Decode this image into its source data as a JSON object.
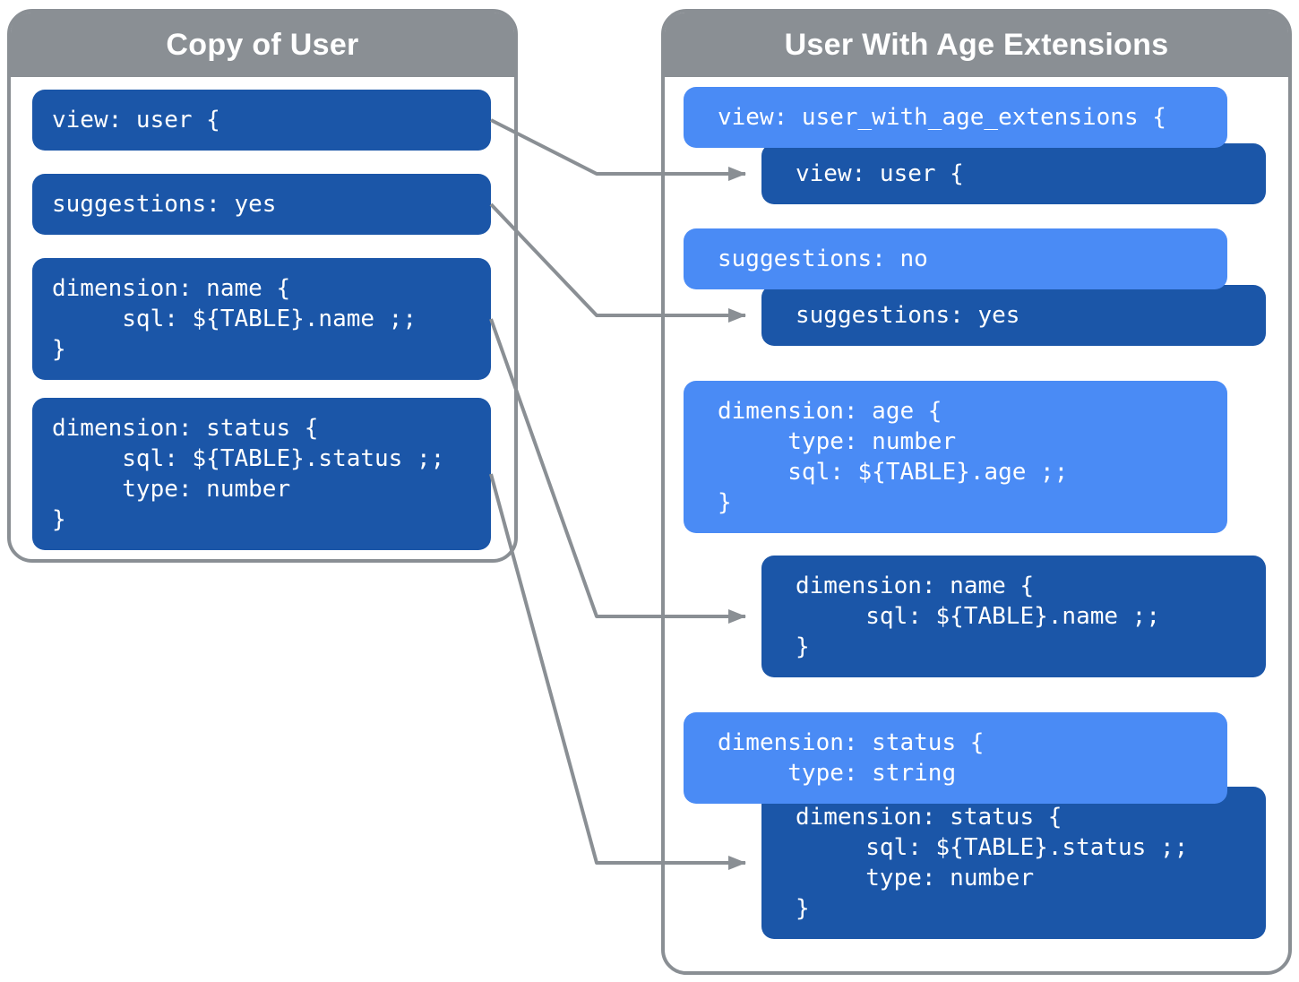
{
  "diagram": {
    "left_panel": {
      "title": "Copy of User",
      "blocks": [
        {
          "id": "left-view",
          "style": "dark",
          "lines": [
            "view: user {"
          ]
        },
        {
          "id": "left-suggestions",
          "style": "dark",
          "lines": [
            "suggestions: yes"
          ]
        },
        {
          "id": "left-dim-name",
          "style": "dark",
          "lines": [
            "dimension: name {",
            "     sql: ${TABLE}.name ;;",
            "}"
          ]
        },
        {
          "id": "left-dim-status",
          "style": "dark",
          "lines": [
            "dimension: status {",
            "     sql: ${TABLE}.status ;;",
            "     type: number",
            "}"
          ]
        }
      ]
    },
    "right_panel": {
      "title": "User With Age Extensions",
      "blocks": [
        {
          "id": "right-view-base",
          "style": "dark",
          "lines": [
            "view: user {"
          ]
        },
        {
          "id": "right-view-override",
          "style": "light",
          "lines": [
            "view: user_with_age_extensions {"
          ]
        },
        {
          "id": "right-suggestions-base",
          "style": "dark",
          "lines": [
            "suggestions: yes"
          ]
        },
        {
          "id": "right-suggestions-override",
          "style": "light",
          "lines": [
            "suggestions: no"
          ]
        },
        {
          "id": "right-dim-age",
          "style": "light",
          "lines": [
            "dimension: age {",
            "     type: number",
            "     sql: ${TABLE}.age ;;",
            "}"
          ]
        },
        {
          "id": "right-dim-name",
          "style": "dark",
          "lines": [
            "dimension: name {",
            "     sql: ${TABLE}.name ;;",
            "}"
          ]
        },
        {
          "id": "right-dim-status-override",
          "style": "light",
          "lines": [
            "dimension: status {",
            "     type: string"
          ]
        },
        {
          "id": "right-dim-status-base",
          "style": "dark",
          "lines": [
            "dimension: status {",
            "     sql: ${TABLE}.status ;;",
            "     type: number",
            "}"
          ]
        }
      ]
    },
    "arrows": [
      {
        "from": "left-view",
        "to": "right-view-base"
      },
      {
        "from": "left-suggestions",
        "to": "right-suggestions-base"
      },
      {
        "from": "left-dim-name",
        "to": "right-dim-name"
      },
      {
        "from": "left-dim-status",
        "to": "right-dim-status-base"
      }
    ],
    "colors": {
      "dark_blue": "#1B56A8",
      "light_blue": "#4A8BF5",
      "panel_gray": "#8A8F94",
      "arrow_gray": "#8A8F94",
      "text_white": "#FFFFFF"
    }
  }
}
